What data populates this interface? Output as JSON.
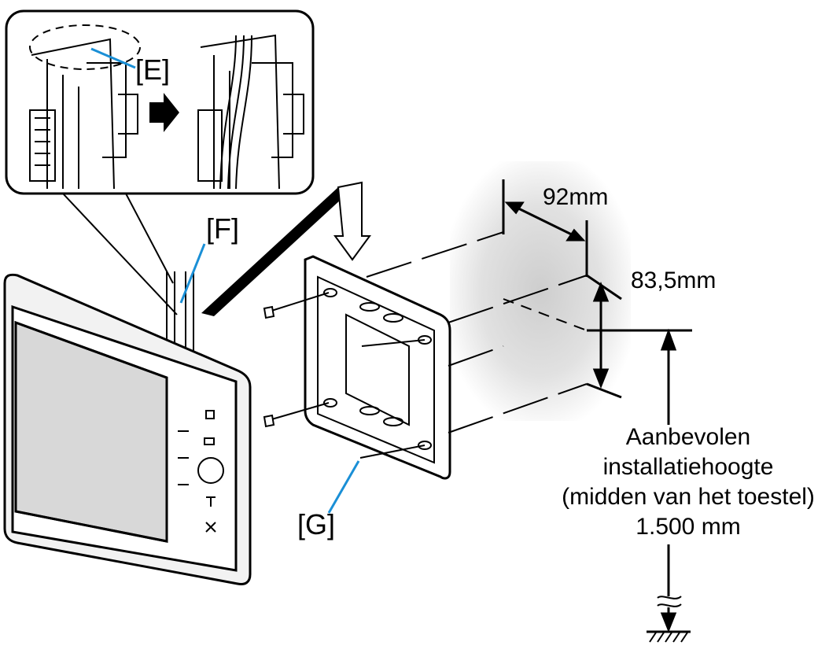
{
  "callouts": {
    "e": "[E]",
    "f": "[F]",
    "g": "[G]"
  },
  "dimensions": {
    "width": "92mm",
    "height": "83,5mm"
  },
  "height_note": {
    "line1": "Aanbevolen",
    "line2": "installatiehoogte",
    "line3": "(midden van het toestel)",
    "line4": "1.500 mm"
  },
  "colors": {
    "line": "#000000",
    "leader": "#1a8fd6",
    "wall_shade": "#cfcfcf"
  }
}
